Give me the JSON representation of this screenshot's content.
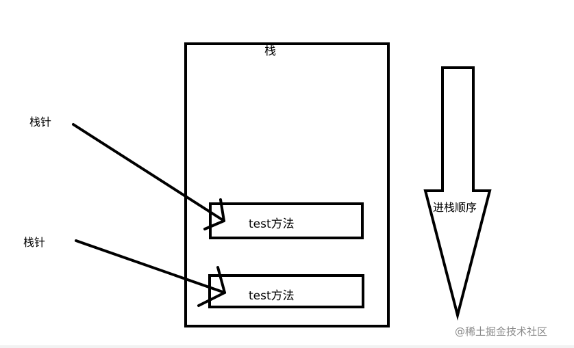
{
  "stack_label": "栈",
  "pointers": [
    {
      "label": "栈针"
    },
    {
      "label": "栈针"
    }
  ],
  "frames": [
    {
      "label": "test方法"
    },
    {
      "label": "test方法"
    }
  ],
  "direction_label": "进栈顺序",
  "watermark": "@稀土掘金技术社区",
  "colors": {
    "stroke": "#000000",
    "background": "#ffffff",
    "watermark": "#8a8a8a"
  }
}
